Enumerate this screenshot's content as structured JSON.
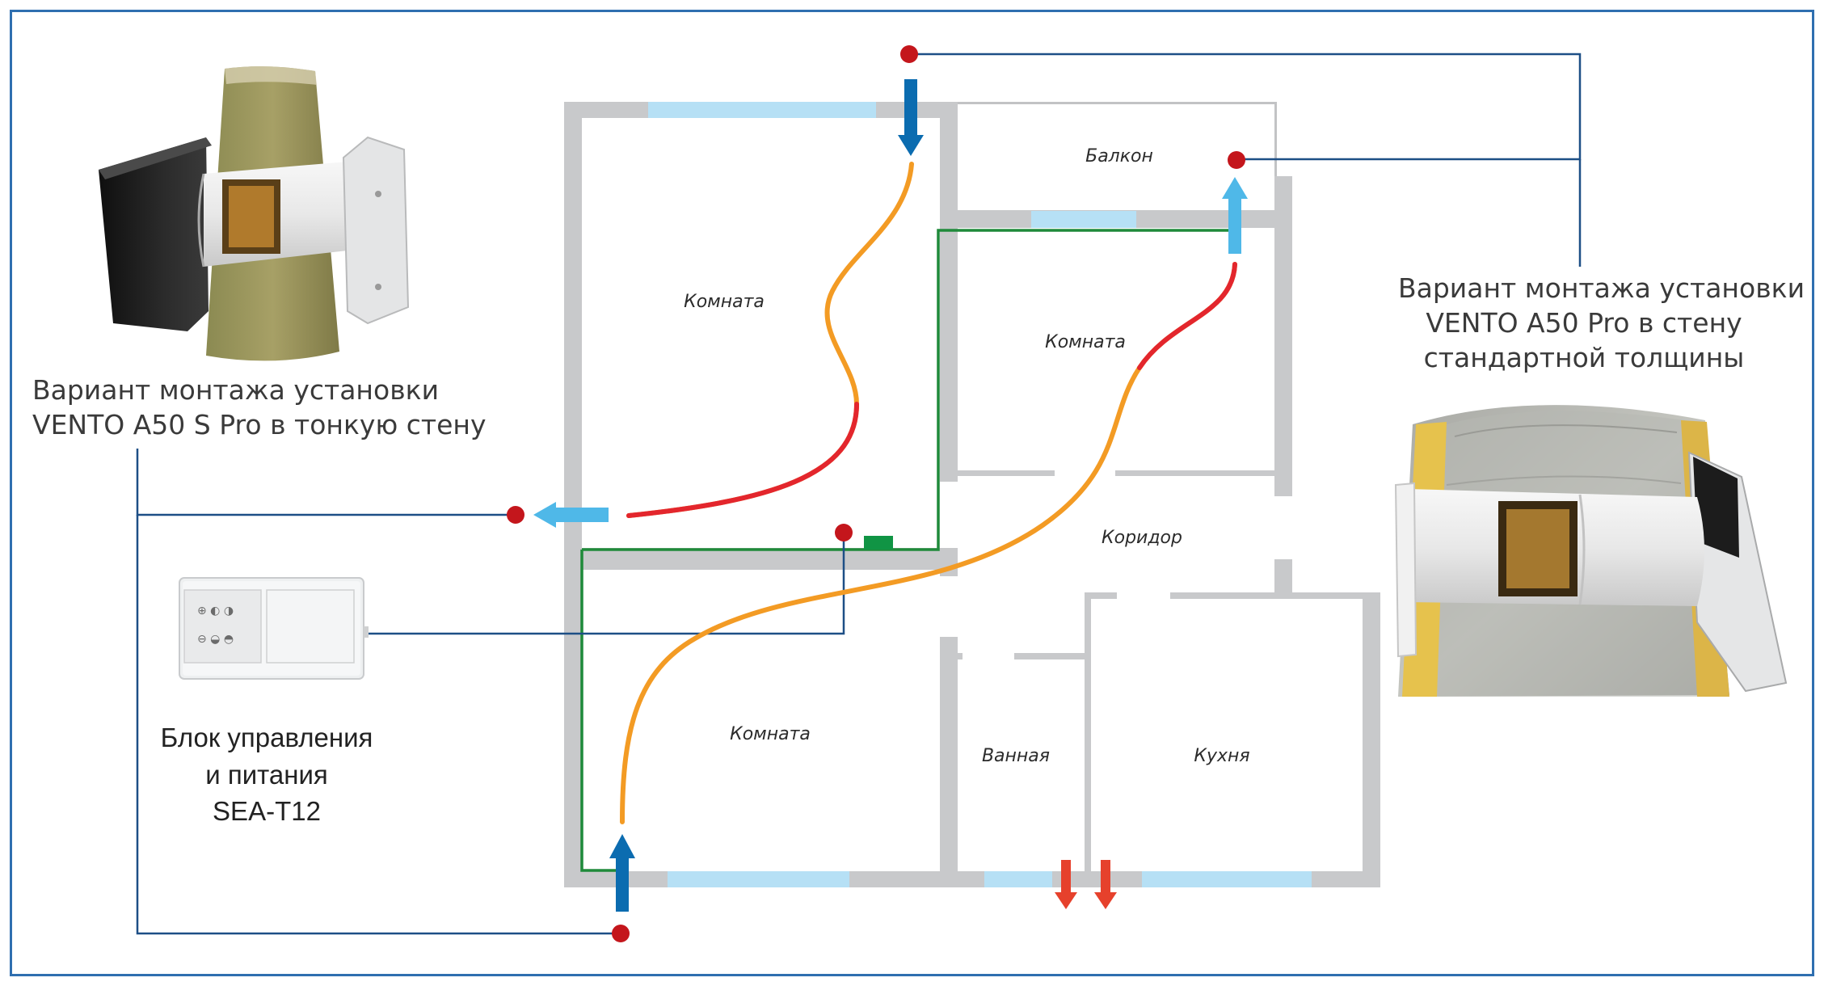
{
  "captions": {
    "left_line1": "Вариант монтажа установки",
    "left_line2": "VENTO A50 S Pro в тонкую стену",
    "right_line1": "Вариант монтажа установки",
    "right_line2": "VENTO A50 Pro в стену",
    "right_line3": "стандартной толщины",
    "control_line1": "Блок управления",
    "control_line2": "и питания",
    "control_line3": "SEA-T12"
  },
  "rooms": {
    "room_top_left": "Комната",
    "balcony": "Балкон",
    "room_right": "Комната",
    "corridor": "Коридор",
    "room_bottom": "Комната",
    "bathroom": "Ванная",
    "kitchen": "Кухня"
  },
  "colors": {
    "frame": "#2f6fb0",
    "wall": "#c8c9cb",
    "window": "#b6e0f5",
    "control_wire": "#1f8a3a",
    "signal_line": "#1d4f86",
    "node": "#c4161c",
    "arrow_dark_blue": "#0b6cb0",
    "arrow_light_blue": "#4fb8e8",
    "arrow_red": "#e6412c",
    "airflow_warm": "#f39b24",
    "airflow_hot": "#e3262d"
  },
  "icons": {
    "left_unit": "ventilator-thin-wall-icon",
    "right_unit": "ventilator-standard-wall-icon",
    "control_unit": "control-panel-icon"
  }
}
